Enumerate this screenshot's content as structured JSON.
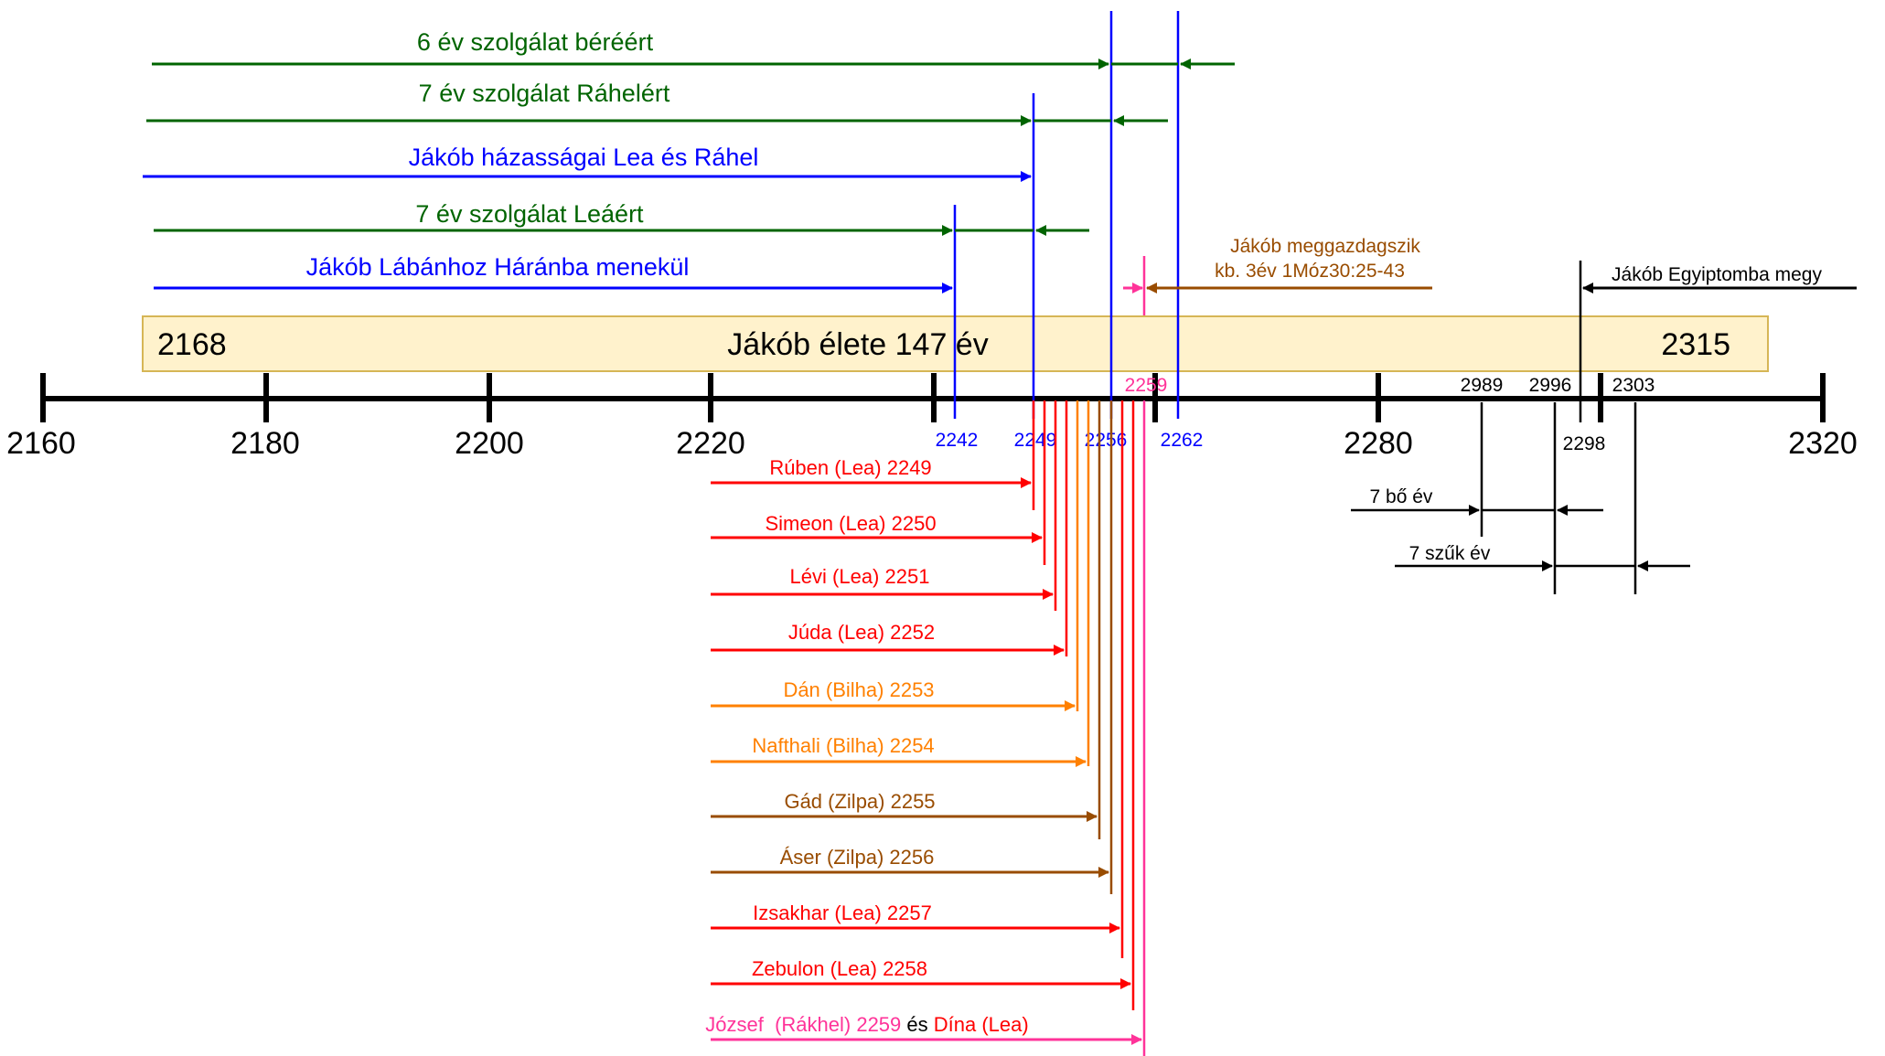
{
  "colors": {
    "green": "#006400",
    "blue": "#0000ff",
    "red": "#ff0000",
    "orange": "#ff8000",
    "brown": "#994c00",
    "pink": "#ff3399",
    "black": "#000000",
    "life_fill": "#fff2cc",
    "life_stroke": "#d6b656"
  },
  "axis": {
    "ticks": [
      "2160",
      "2180",
      "2200",
      "2220",
      "2240",
      "2260",
      "2280",
      "2300",
      "2320"
    ],
    "labeled_ticks": [
      "2160",
      "2180",
      "2200",
      "2220",
      "2280",
      "2320"
    ]
  },
  "life_bar": {
    "start": "2168",
    "end": "2315",
    "label": "Jákób élete 147 év"
  },
  "top_arrows": [
    {
      "label": "6 év szolgálat béréért",
      "color": "green"
    },
    {
      "label": "7 év szolgálat Ráhelért",
      "color": "green"
    },
    {
      "label": "Jákób házasságai Lea és Ráhel",
      "color": "blue"
    },
    {
      "label": "7 év szolgálat Leáért",
      "color": "green"
    },
    {
      "label": "Jákób Lábánhoz Háránba menekül",
      "color": "blue"
    }
  ],
  "markers": {
    "m2242": "2242",
    "m2249": "2249",
    "m2256": "2256",
    "m2259": "2259",
    "m2262": "2262",
    "m2989": "2989",
    "m2996": "2996",
    "m2298": "2298",
    "m2303": "2303"
  },
  "notes": {
    "wealth_line1": "Jákób meggazdagszik",
    "wealth_line2": "kb. 3év 1Móz30:25-43",
    "egypt": "Jákób Egyiptomba megy",
    "good_years": "7 bő év",
    "lean_years": "7 szűk év"
  },
  "sons": [
    {
      "label": "Rúben (Lea) 2249",
      "color": "red"
    },
    {
      "label": "Simeon (Lea) 2250",
      "color": "red"
    },
    {
      "label": "Lévi (Lea) 2251",
      "color": "red"
    },
    {
      "label": "Júda (Lea) 2252",
      "color": "red"
    },
    {
      "label": "Dán (Bilha) 2253",
      "color": "orange"
    },
    {
      "label": "Nafthali (Bilha) 2254",
      "color": "orange"
    },
    {
      "label": "Gád (Zilpa) 2255",
      "color": "brown"
    },
    {
      "label": "Áser (Zilpa) 2256",
      "color": "brown"
    },
    {
      "label": "Izsakhar (Lea) 2257",
      "color": "red"
    },
    {
      "label": "Zebulon (Lea) 2258",
      "color": "red"
    }
  ],
  "last_child": {
    "part1": "József  (Rákhel) 2259",
    "part2": " és ",
    "part3": "Dína (Lea)"
  }
}
